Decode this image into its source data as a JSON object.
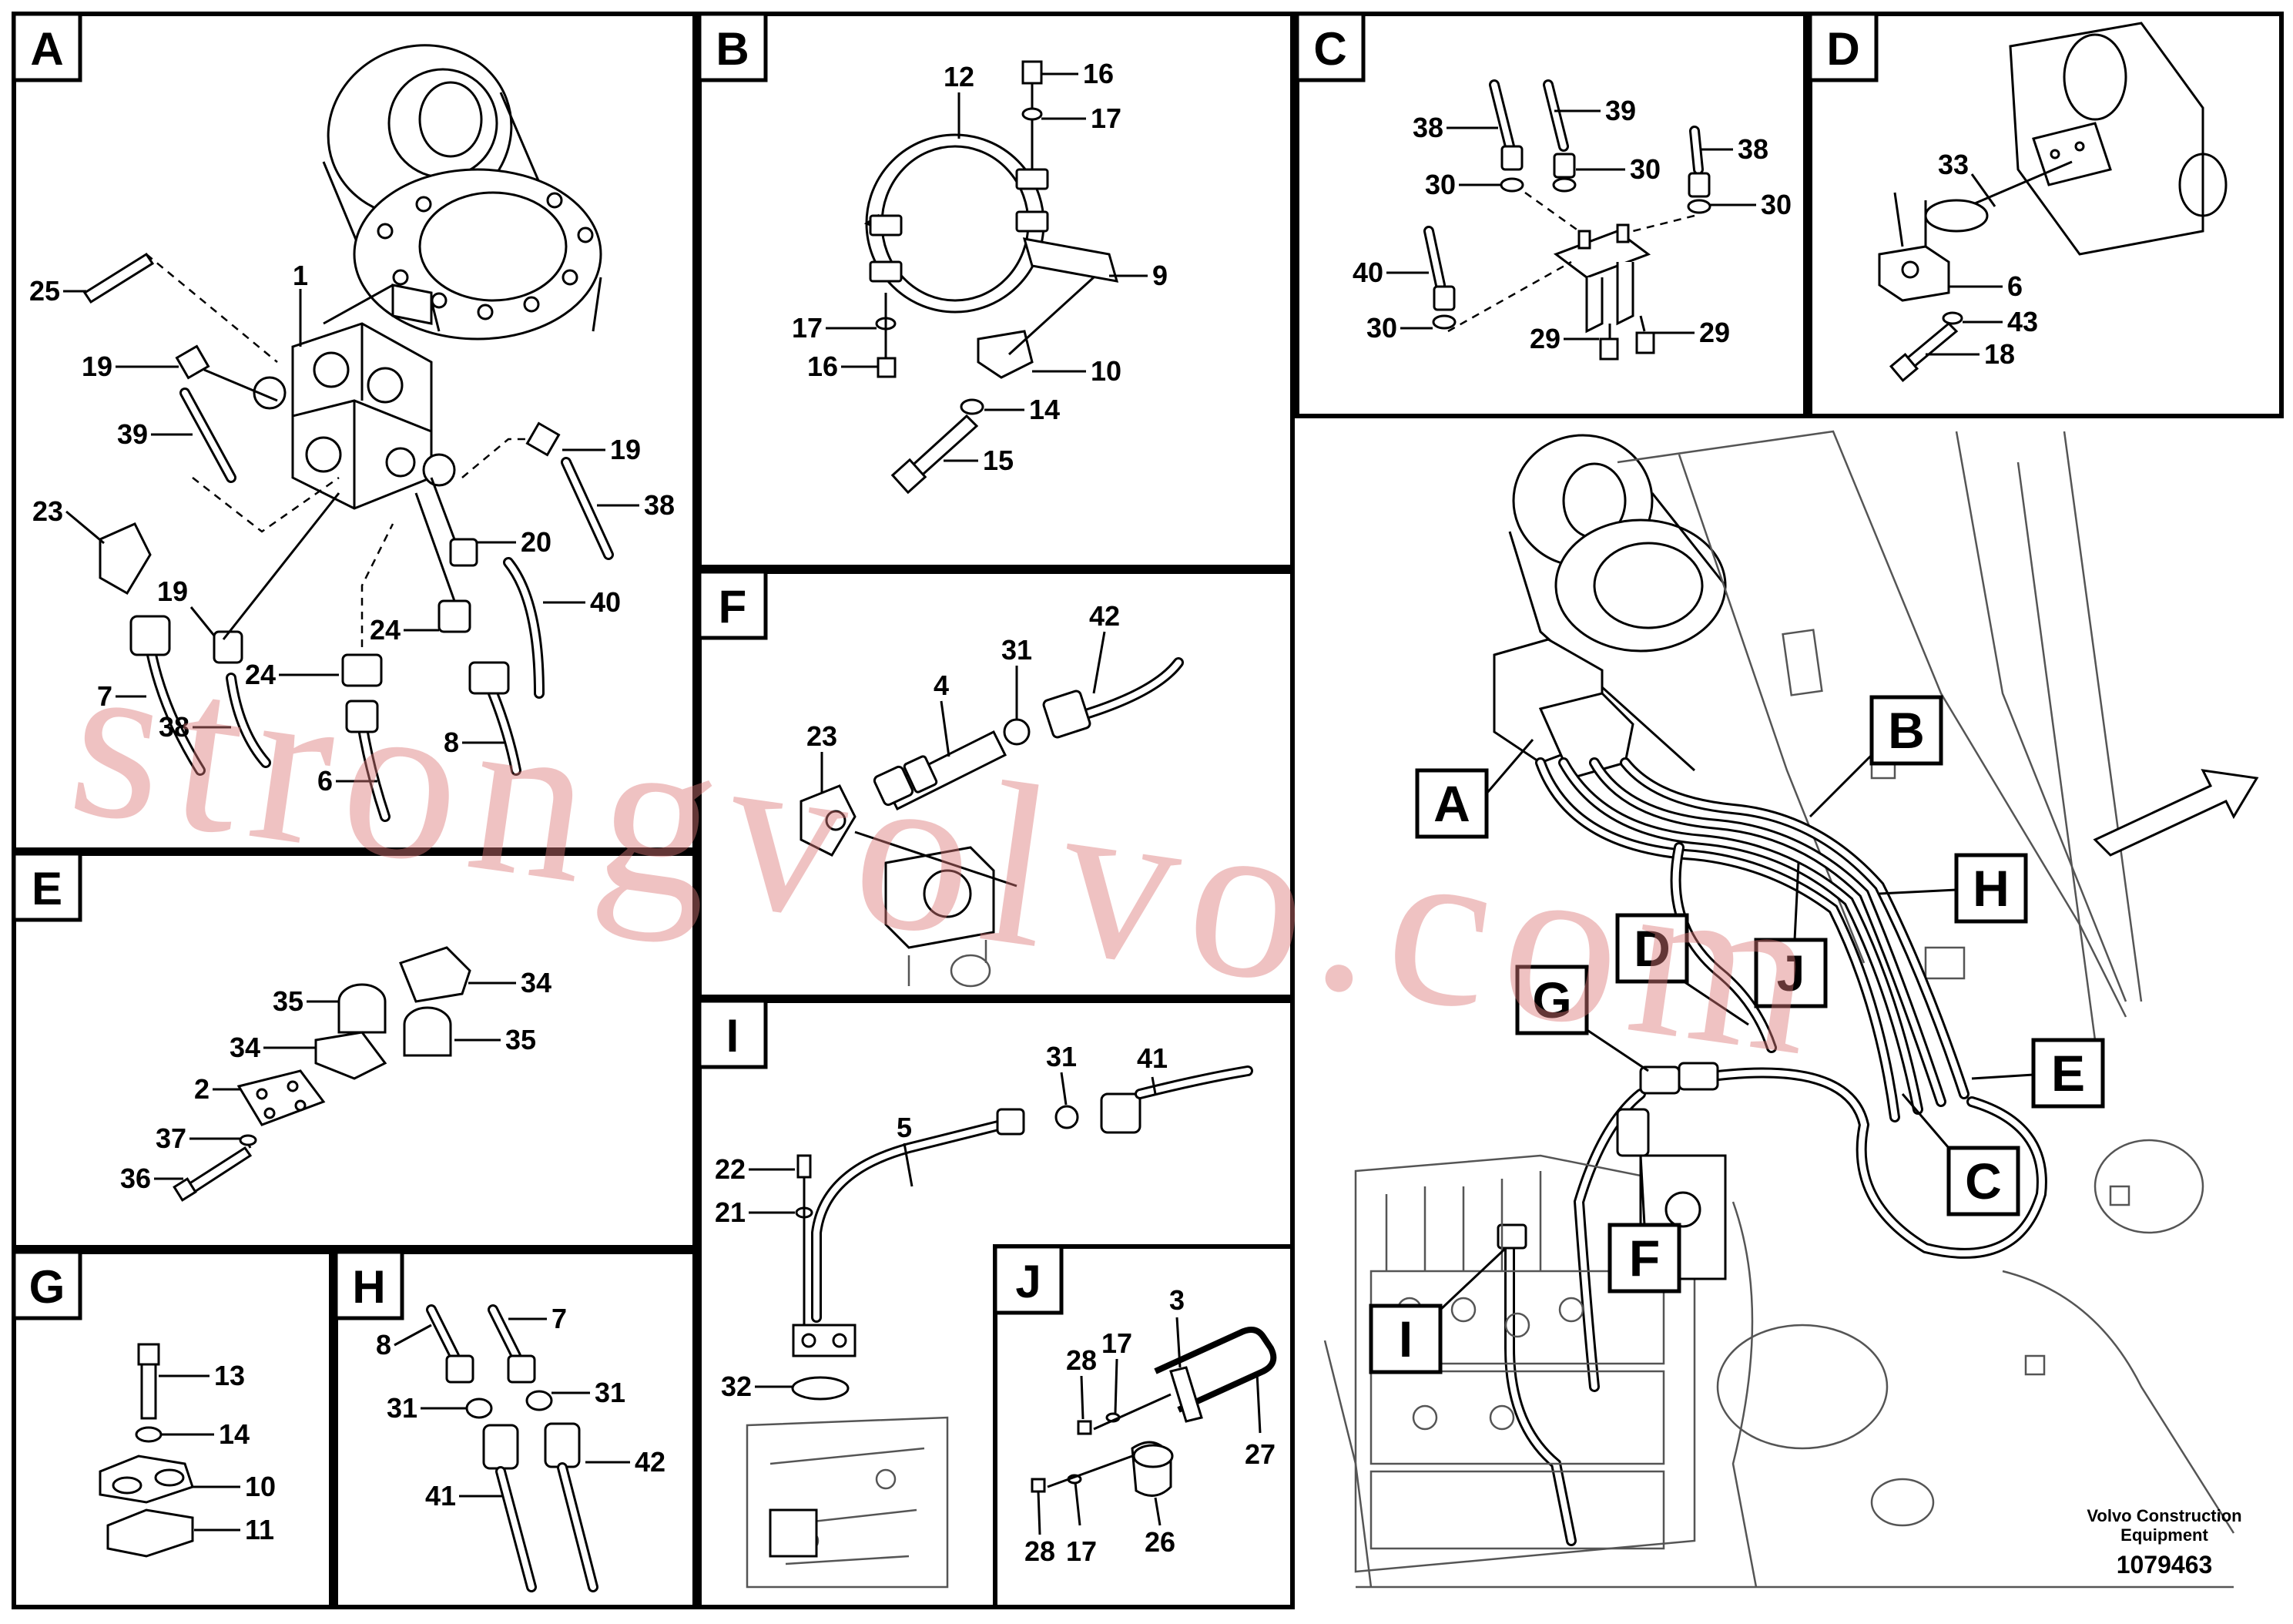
{
  "panels": [
    {
      "id": "A",
      "label": "A",
      "parts": [
        "25",
        "1",
        "19",
        "39",
        "23",
        "19",
        "24",
        "7",
        "38",
        "6",
        "24",
        "8",
        "20",
        "40",
        "19",
        "38"
      ]
    },
    {
      "id": "B",
      "label": "B",
      "parts": [
        "12",
        "16",
        "17",
        "9",
        "17",
        "16",
        "10",
        "14",
        "15"
      ]
    },
    {
      "id": "C",
      "label": "C",
      "parts": [
        "38",
        "39",
        "38",
        "30",
        "30",
        "30",
        "40",
        "30",
        "29",
        "29"
      ]
    },
    {
      "id": "D",
      "label": "D",
      "parts": [
        "33",
        "6",
        "43",
        "18"
      ]
    },
    {
      "id": "E",
      "label": "E",
      "parts": [
        "35",
        "34",
        "34",
        "35",
        "2",
        "37",
        "36"
      ]
    },
    {
      "id": "F",
      "label": "F",
      "parts": [
        "42",
        "31",
        "4",
        "23"
      ]
    },
    {
      "id": "I",
      "label": "I",
      "parts": [
        "41",
        "31",
        "5",
        "22",
        "21",
        "32"
      ]
    },
    {
      "id": "G",
      "label": "G",
      "parts": [
        "13",
        "14",
        "10",
        "11"
      ]
    },
    {
      "id": "H",
      "label": "H",
      "parts": [
        "8",
        "7",
        "31",
        "31",
        "41",
        "42"
      ]
    },
    {
      "id": "J",
      "label": "J",
      "parts": [
        "3",
        "28",
        "17",
        "27",
        "26",
        "28",
        "17"
      ]
    }
  ],
  "callouts": [
    "A",
    "B",
    "C",
    "D",
    "E",
    "F",
    "G",
    "H",
    "I",
    "J"
  ],
  "credit_line1": "Volvo Construction",
  "credit_line2": "Equipment",
  "doc_number": "1079463",
  "watermark": "strongvolvo.com"
}
